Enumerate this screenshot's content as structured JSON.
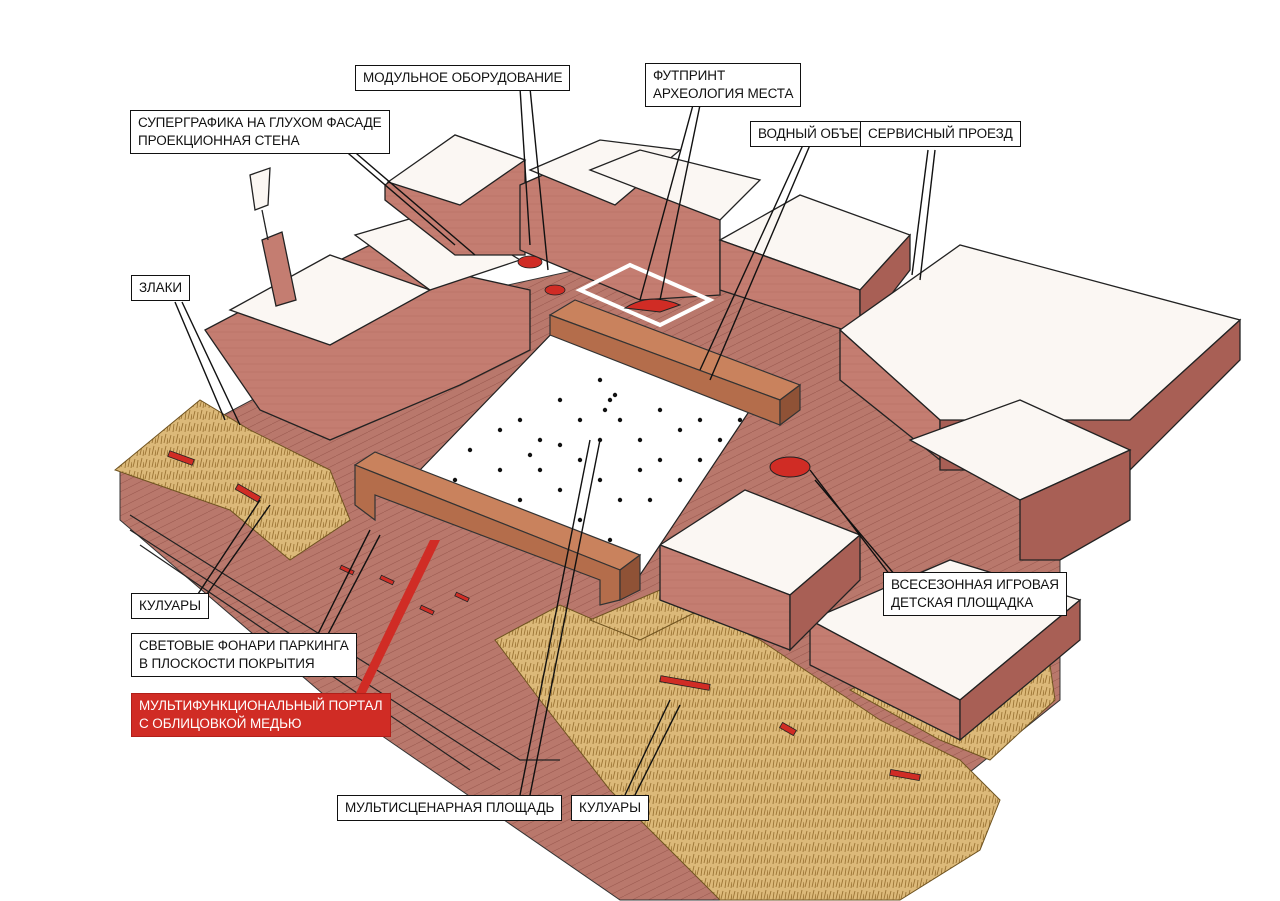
{
  "labels": {
    "modular_equipment": "МОДУЛЬНОЕ ОБОРУДОВАНИЕ",
    "footprint": [
      "ФУТПРИНТ",
      "АРХЕОЛОГИЯ МЕСТА"
    ],
    "supergraphics": [
      "СУПЕРГРАФИКА НА ГЛУХОМ ФАСАДЕ",
      "ПРОЕКЦИОННАЯ СТЕНА"
    ],
    "water_feature": "ВОДНЫЙ ОБЪЕКТ",
    "service_drive": "СЕРВИСНЫЙ ПРОЕЗД",
    "grasses": "ЗЛАКИ",
    "playground": [
      "ВСЕСЕЗОННАЯ ИГРОВАЯ",
      "ДЕТСКАЯ ПЛОЩАДКА"
    ],
    "wings_left": "КУЛУАРЫ",
    "skylights": [
      "СВЕТОВЫЕ ФОНАРИ ПАРКИНГА",
      "В ПЛОСКОСТИ ПОКРЫТИЯ"
    ],
    "portal": [
      "МУЛЬТИФУНКЦИОНАЛЬНЫЙ ПОРТАЛ",
      "С ОБЛИЦОВКОЙ МЕДЬЮ"
    ],
    "multistage_square": "МУЛЬТИСЦЕНАРНАЯ ПЛОЩАДЬ",
    "wings_bottom": "КУЛУАРЫ"
  },
  "colors": {
    "brick": "#c47d71",
    "brick_dark": "#a85f55",
    "roof": "#fbf7f3",
    "paving": "#b7786d",
    "grass": "#d9b573",
    "copper": "#c9825d",
    "accent_red": "#d02c25",
    "ink": "#111111"
  }
}
